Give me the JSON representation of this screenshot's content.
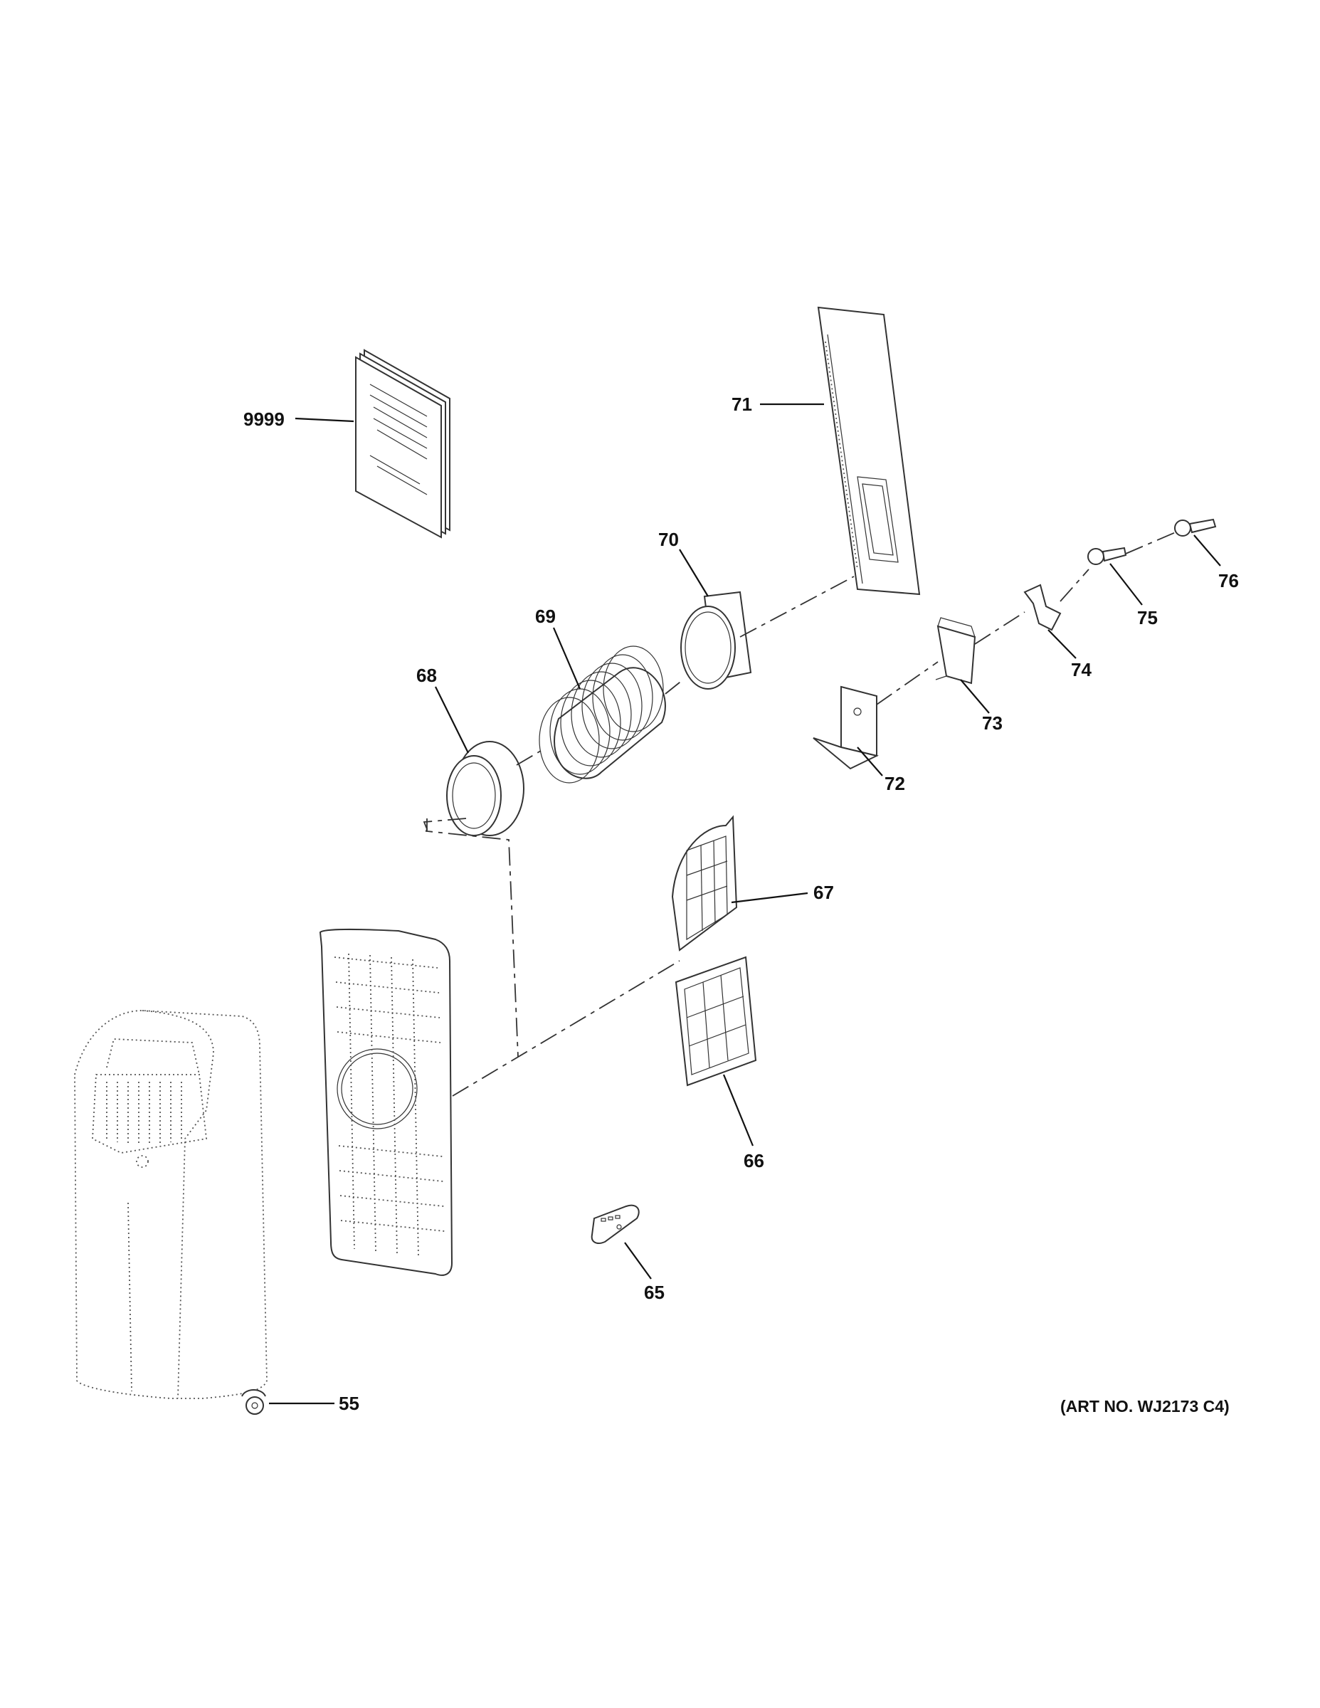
{
  "labels": {
    "p9999": "9999",
    "p71": "71",
    "p70": "70",
    "p69": "69",
    "p68": "68",
    "p67": "67",
    "p66": "66",
    "p65": "65",
    "p55": "55",
    "p72": "72",
    "p73": "73",
    "p74": "74",
    "p75": "75",
    "p76": "76"
  },
  "art_no": "(ART NO. WJ2173 C4)"
}
